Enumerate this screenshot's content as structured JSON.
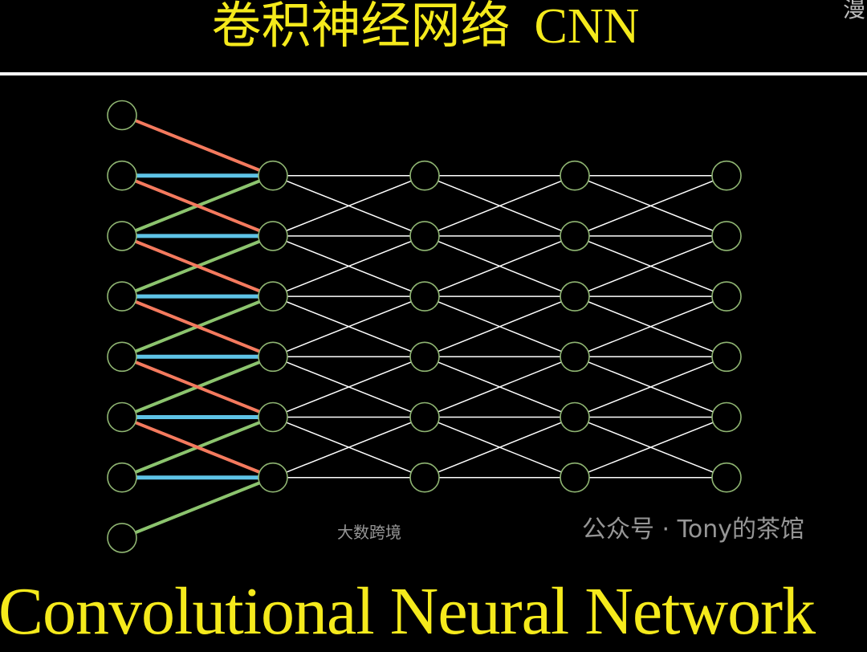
{
  "title": {
    "zh": "卷积神经网络",
    "en": "CNN"
  },
  "corner_text": "漫",
  "subtitle": "Convolutional Neural Network",
  "watermarks": {
    "wechat": "公众号 · Tony的茶馆",
    "source": "大数跨境"
  },
  "network": {
    "input_nodes": 8,
    "hidden_layers": 4,
    "nodes_per_hidden_layer": 6,
    "colors": {
      "kernel_weight_1": "#f47a5e",
      "kernel_weight_2": "#5ec3e6",
      "kernel_weight_3": "#8cc46e",
      "dense": "#ffffff",
      "node_stroke": "#8fb572",
      "title": "#f5ea1c"
    }
  }
}
